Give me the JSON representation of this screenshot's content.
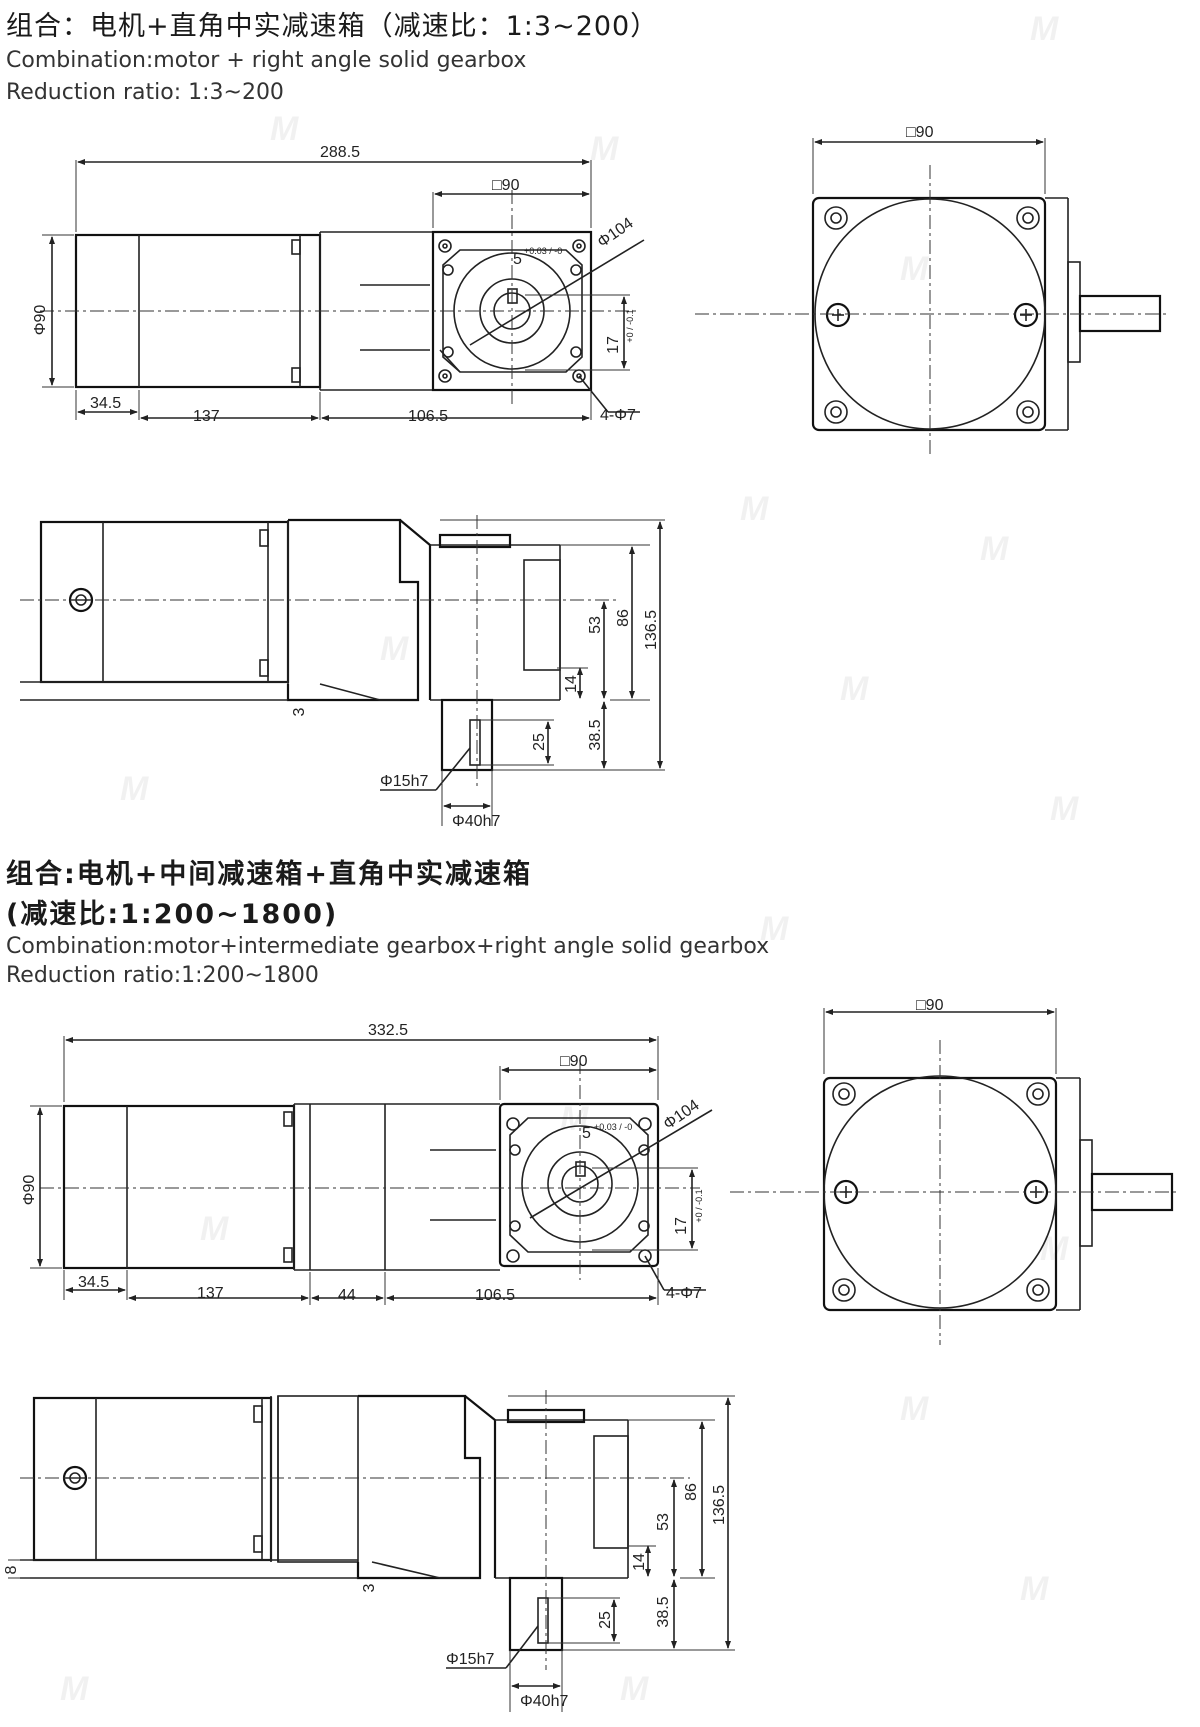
{
  "section1": {
    "title_cn": "组合：电机+直角中实减速箱（减速比：1:3~200）",
    "title_en": "Combination:motor + right angle solid gearbox",
    "ratio_en": "Reduction ratio: 1:3~200",
    "dims": {
      "overall": "288.5",
      "flange_sq": "□90",
      "motor_dia": "Φ90",
      "pcd": "Φ104",
      "key_w": "5",
      "key_w_tol": "+0.03 / -0",
      "key_h": "17",
      "key_h_tol": "+0 / -0.1",
      "holes": "4-Φ7",
      "len_a": "34.5",
      "len_b": "137",
      "len_c": "106.5",
      "side_sq": "□90",
      "h_86": "86",
      "h_136_5": "136.5",
      "h_53": "53",
      "h_14": "14",
      "h_38_5": "38.5",
      "h_25": "25",
      "base_3": "3",
      "shaft": "Φ15h7",
      "pilot": "Φ40h7"
    }
  },
  "section2": {
    "title_cn": "组合:电机+中间减速箱+直角中实减速箱",
    "ratio_cn": "(减速比:1:200~1800)",
    "title_en": "Combination:motor+intermediate gearbox+right angle solid gearbox",
    "ratio_en": "Reduction ratio:1:200~1800",
    "dims": {
      "overall": "332.5",
      "flange_sq": "□90",
      "motor_dia": "Φ90",
      "pcd": "Φ104",
      "key_w": "5",
      "key_w_tol": "+0.03 / -0",
      "key_h": "17",
      "key_h_tol": "+0 / -0.1",
      "holes": "4-Φ7",
      "len_a": "34.5",
      "len_b": "137",
      "len_mid": "44",
      "len_c": "106.5",
      "side_sq": "□90",
      "h_86": "86",
      "h_136_5": "136.5",
      "h_53": "53",
      "h_14": "14",
      "h_38_5": "38.5",
      "h_25": "25",
      "base_3": "3",
      "base_8": "8",
      "shaft": "Φ15h7",
      "pilot": "Φ40h7"
    }
  }
}
